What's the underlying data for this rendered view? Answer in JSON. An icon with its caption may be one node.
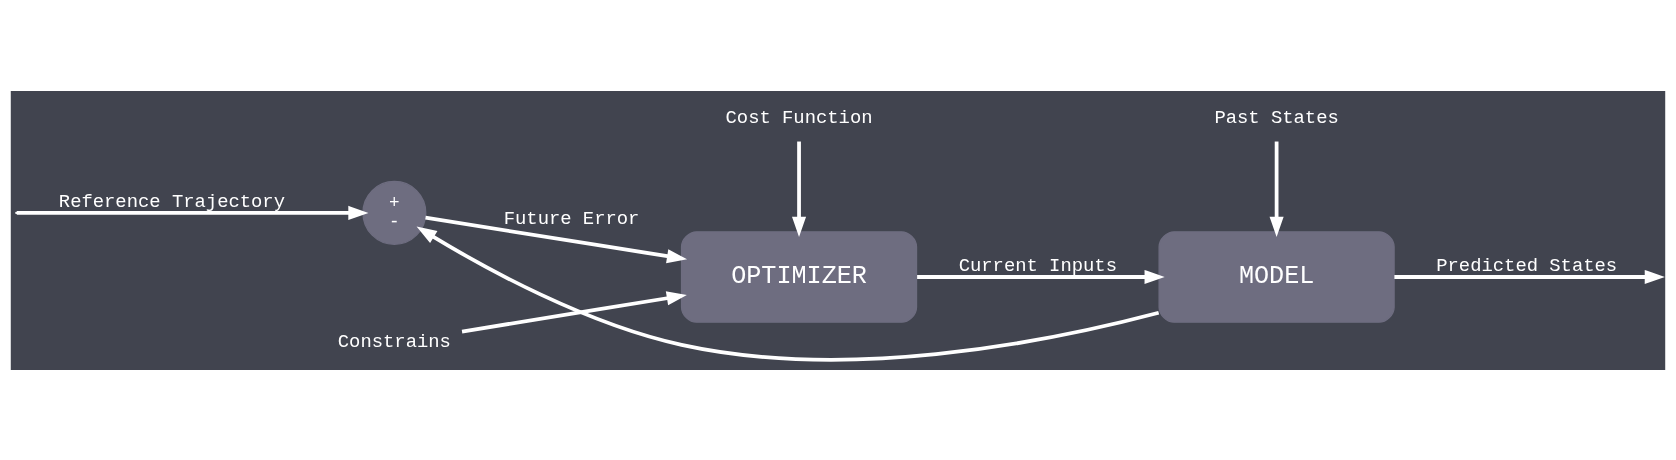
{
  "diagram": {
    "nodes": [
      {
        "text": [
          "Cost Function"
        ]
      },
      {
        "text": [
          "Constrains"
        ]
      },
      {
        "text": [
          "Past States"
        ]
      },
      {
        "text": [
          "+",
          "-"
        ]
      },
      {
        "text": [
          "OPTIMIZER"
        ]
      },
      {
        "text": [
          "MODEL"
        ]
      }
    ],
    "edges": [
      {
        "from": null,
        "to": 3,
        "arrow": "to",
        "label": "Reference Trajectory"
      },
      {
        "from": 3,
        "to": 4,
        "arrow": "to",
        "label": "Future Error"
      },
      {
        "from": 0,
        "to": 4,
        "arrow": "to"
      },
      {
        "from": 1,
        "to": 4,
        "arrow": "to"
      },
      {
        "from": 4,
        "to": 5,
        "arrow": "to",
        "label": "Current Inputs"
      },
      {
        "from": 2,
        "to": 5,
        "arrow": "to"
      },
      {
        "from": 5,
        "to": null,
        "arrow": "to",
        "label": "Predicted States"
      },
      {
        "from": 5,
        "to": 3,
        "arrow": "to"
      }
    ]
  }
}
